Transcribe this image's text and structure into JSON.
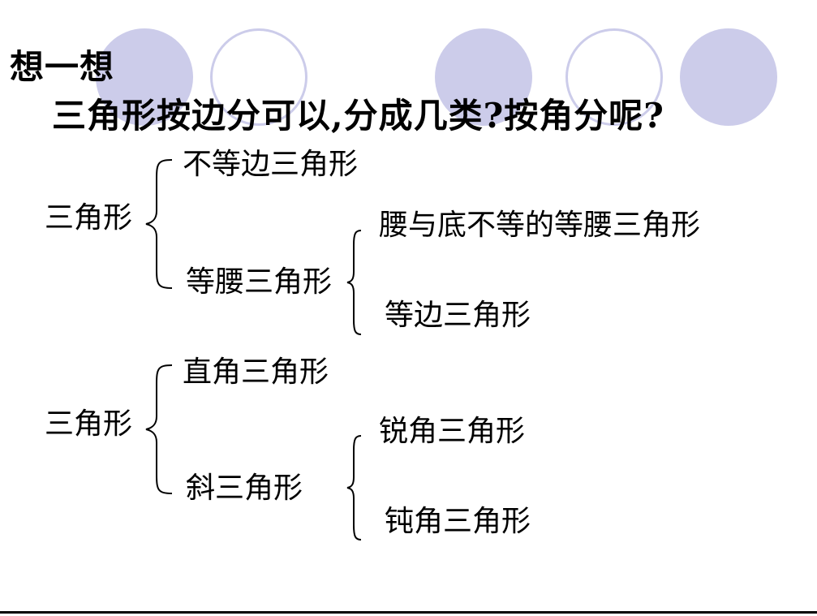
{
  "slide": {
    "heading": "想一想",
    "question": "三角形按边分可以,分成几类?按角分呢?"
  },
  "classification_by_sides": {
    "root": "三角形",
    "children": [
      "不等边三角形",
      "等腰三角形"
    ],
    "isosceles_children": [
      "腰与底不等的等腰三角形",
      "等边三角形"
    ]
  },
  "classification_by_angles": {
    "root": "三角形",
    "children": [
      "直角三角形",
      "斜三角形"
    ],
    "oblique_children": [
      "锐角三角形",
      "钝角三角形"
    ]
  },
  "colors": {
    "circle_fill": "#ccccea",
    "text": "#000000"
  }
}
